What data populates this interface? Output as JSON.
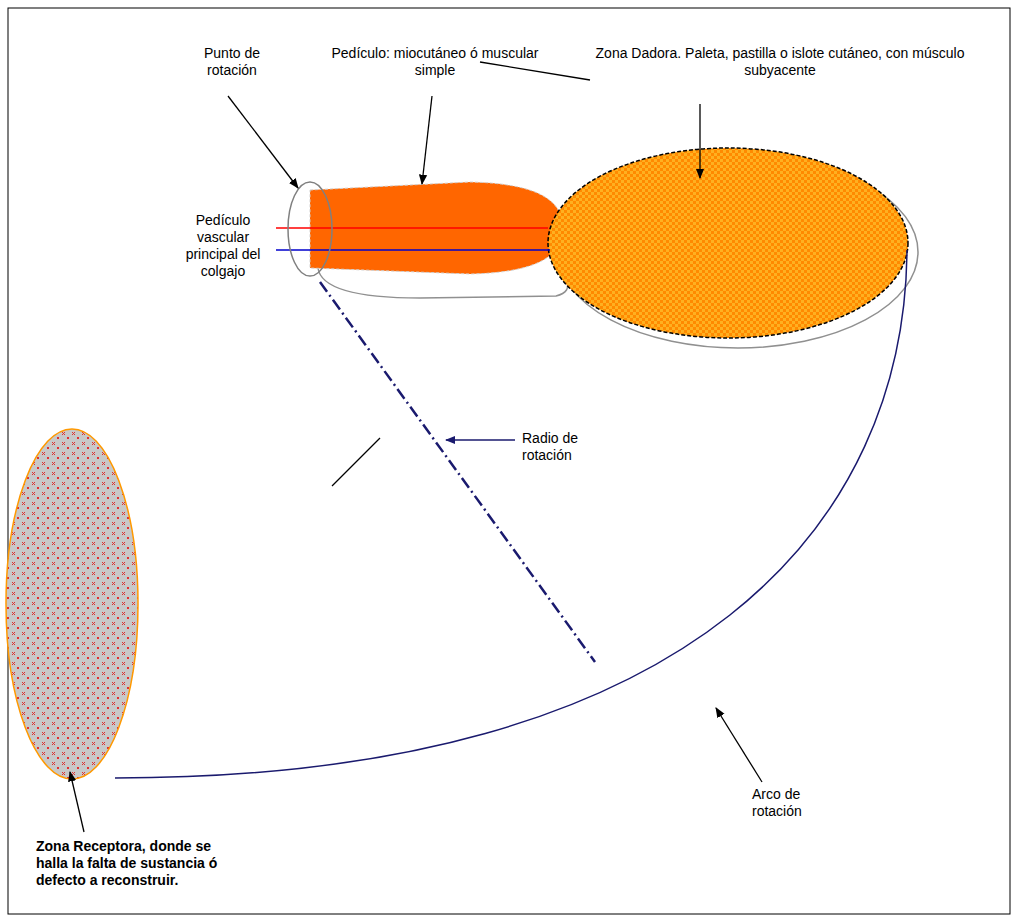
{
  "diagram": {
    "labels": [
      "Punto de rotación",
      "Pedículo: miocutáneo ó muscular simple",
      "Zona Dadora. Paleta, pastilla o islote cutáneo, con músculo subyacente",
      "Pedículo vascular principal del colgajo",
      "Radio de rotación",
      "Arco de rotación",
      "Zona Receptora, donde se halla la falta de sustancia ó defecto a reconstruir."
    ]
  }
}
